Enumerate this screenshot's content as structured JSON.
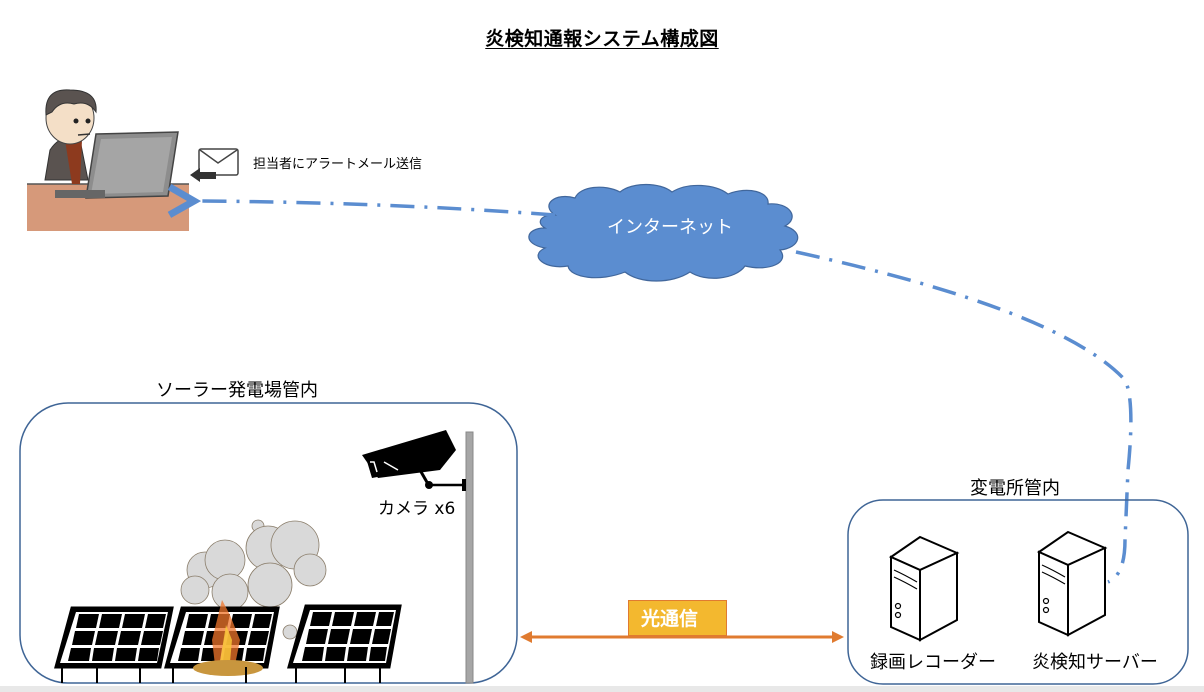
{
  "title": "炎検知通報システム構成図",
  "user": {
    "mail_label": "担当者にアラートメール送信"
  },
  "internet": {
    "label": "インターネット"
  },
  "solar_area": {
    "label": "ソーラー発電場管内",
    "camera_label": "カメラ x6"
  },
  "substation": {
    "label": "変電所管内",
    "recorder_label": "録画レコーダー",
    "server_label": "炎検知サーバー"
  },
  "link": {
    "optical_label": "光通信"
  },
  "colors": {
    "network_line": "#5b8dd0",
    "cloud_fill": "#5b8dd0",
    "optical_line": "#e07b30",
    "optical_badge": "#f3b82f",
    "area_border": "#3f6596"
  }
}
